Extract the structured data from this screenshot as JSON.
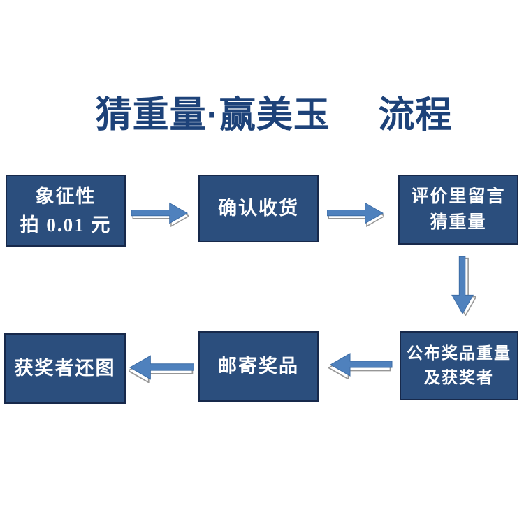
{
  "title": "猜重量·赢美玉　 流程",
  "colors": {
    "title_color": "#1d4279",
    "box_fill": "#2b4e7d",
    "box_border": "#17294b",
    "box_text": "#ffffff",
    "arrow_fill": "#4f81bd",
    "arrow_stroke": "#3c6ca5",
    "shadow_color": "#979797",
    "background": "#ffffff"
  },
  "steps": [
    {
      "id": "step-1",
      "lines": [
        "象征性",
        "拍 0.01 元"
      ]
    },
    {
      "id": "step-2",
      "lines": [
        "确认收货"
      ]
    },
    {
      "id": "step-3",
      "lines": [
        "评价里留言",
        "猜重量"
      ]
    },
    {
      "id": "step-4",
      "lines": [
        "公布奖品重量",
        "及获奖者"
      ]
    },
    {
      "id": "step-5",
      "lines": [
        "邮寄奖品"
      ]
    },
    {
      "id": "step-6",
      "lines": [
        "获奖者还图"
      ]
    }
  ],
  "arrows": [
    {
      "direction": "right",
      "from": "step-1",
      "to": "step-2"
    },
    {
      "direction": "right",
      "from": "step-2",
      "to": "step-3"
    },
    {
      "direction": "down",
      "from": "step-3",
      "to": "step-4"
    },
    {
      "direction": "left",
      "from": "step-4",
      "to": "step-5"
    },
    {
      "direction": "left",
      "from": "step-5",
      "to": "step-6"
    }
  ]
}
